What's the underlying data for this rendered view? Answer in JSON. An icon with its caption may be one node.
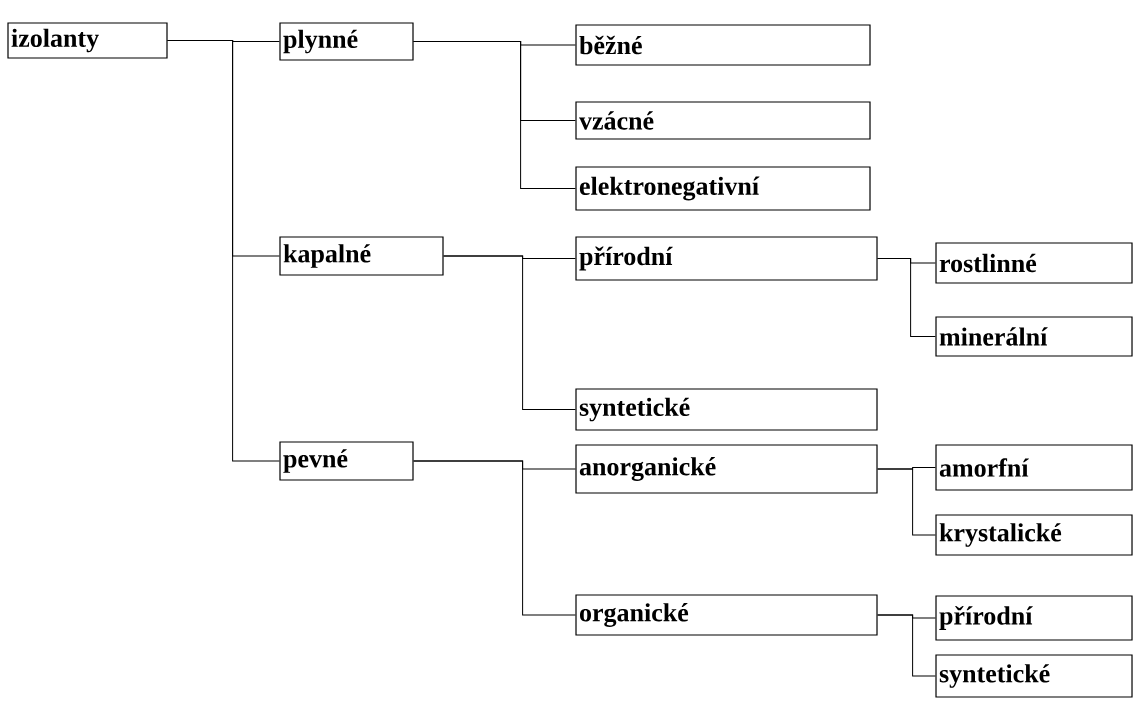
{
  "diagram": {
    "nodes": [
      {
        "text": [
          "izolanty"
        ]
      },
      {
        "text": [
          "plynné"
        ]
      },
      {
        "text": [
          "běžné"
        ]
      },
      {
        "text": [
          "vzácné"
        ]
      },
      {
        "text": [
          "elektronegativní"
        ]
      },
      {
        "text": [
          "kapalné"
        ]
      },
      {
        "text": [
          "přírodní"
        ]
      },
      {
        "text": [
          "rostlinné"
        ]
      },
      {
        "text": [
          "minerální"
        ]
      },
      {
        "text": [
          "syntetické"
        ]
      },
      {
        "text": [
          "pevné"
        ]
      },
      {
        "text": [
          "anorganické"
        ]
      },
      {
        "text": [
          "amorfní"
        ]
      },
      {
        "text": [
          "krystalické"
        ]
      },
      {
        "text": [
          "organické"
        ]
      },
      {
        "text": [
          "přírodní"
        ]
      },
      {
        "text": [
          "syntetické"
        ]
      }
    ],
    "edges": [
      {
        "from": 0,
        "to": 1,
        "arrow": "none"
      },
      {
        "from": 0,
        "to": 5,
        "arrow": "none"
      },
      {
        "from": 0,
        "to": 10,
        "arrow": "none"
      },
      {
        "from": 1,
        "to": 2,
        "arrow": "none"
      },
      {
        "from": 1,
        "to": 3,
        "arrow": "none"
      },
      {
        "from": 1,
        "to": 4,
        "arrow": "none"
      },
      {
        "from": 5,
        "to": 6,
        "arrow": "none"
      },
      {
        "from": 5,
        "to": 9,
        "arrow": "none"
      },
      {
        "from": 6,
        "to": 7,
        "arrow": "none"
      },
      {
        "from": 6,
        "to": 8,
        "arrow": "none"
      },
      {
        "from": 10,
        "to": 11,
        "arrow": "none"
      },
      {
        "from": 10,
        "to": 14,
        "arrow": "none"
      },
      {
        "from": 11,
        "to": 12,
        "arrow": "none"
      },
      {
        "from": 11,
        "to": 13,
        "arrow": "none"
      },
      {
        "from": 14,
        "to": 15,
        "arrow": "none"
      },
      {
        "from": 14,
        "to": 16,
        "arrow": "none"
      }
    ]
  }
}
